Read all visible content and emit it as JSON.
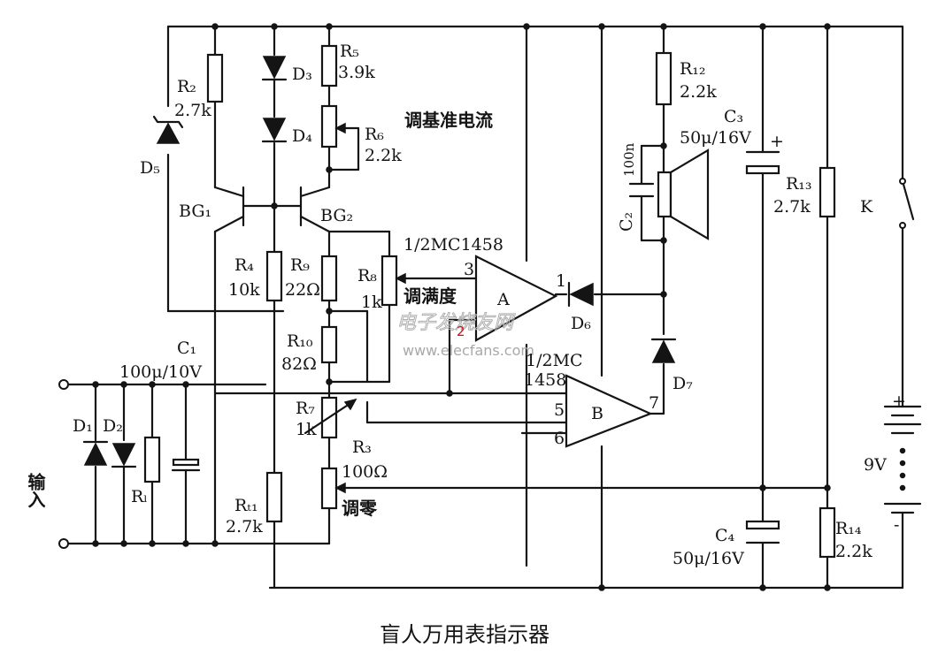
{
  "title": "盲人万用表指示器",
  "labels": {
    "r2": "R₂",
    "r2v": "2.7k",
    "d5": "D₅",
    "d3": "D₃",
    "d4": "D₄",
    "r5": "R₅",
    "r5v": "3.9k",
    "r6": "R₆",
    "r6v": "2.2k",
    "adj_ref": "调基准电流",
    "bg1": "BG₁",
    "bg2": "BG₂",
    "r4": "R₄",
    "r4v": "10k",
    "r9": "R₉",
    "r9v": "22Ω",
    "r8": "R₈",
    "r8v": "1k",
    "adj_full": "调满度",
    "r10": "R₁₀",
    "r10v": "82Ω",
    "c1": "C₁",
    "c1v": "100μ/10V",
    "r7": "R₇",
    "r7v": "1k",
    "r3": "R₃",
    "r3v": "100Ω",
    "adj_zero": "调零",
    "rt1": "Rₜ₁",
    "rt1v": "2.7k",
    "d1": "D₁",
    "d2": "D₂",
    "r1": "Rₗ",
    "input": "输入",
    "ic_a_name": "1/2MC1458",
    "ic_a": "A",
    "ic_b_name": "1/2MC",
    "ic_b_name2": "1458",
    "ic_b": "B",
    "pin3": "3",
    "pin1": "1",
    "pin5": "5",
    "pin6": "6",
    "pin7": "7",
    "d6": "D₆",
    "d7": "D₇",
    "r12": "R₁₂",
    "r12v": "2.2k",
    "c2": "C₂",
    "c2v": "100n",
    "c3": "C₃",
    "c3v": "50μ/16V",
    "r13": "R₁₃",
    "r13v": "2.7k",
    "k": "K",
    "bat": "9V",
    "c4": "C₄",
    "c4v": "50μ/16V",
    "r14": "R₁₄",
    "r14v": "2.2k",
    "plus": "+",
    "minus": "-"
  },
  "watermark": {
    "cn": "电子发烧友网",
    "url": "www.elecfans.com",
    "red_mark": "2"
  },
  "colors": {
    "ink": "#141414",
    "watermark": "#b0b0b0",
    "accent_red": "#d01010"
  }
}
